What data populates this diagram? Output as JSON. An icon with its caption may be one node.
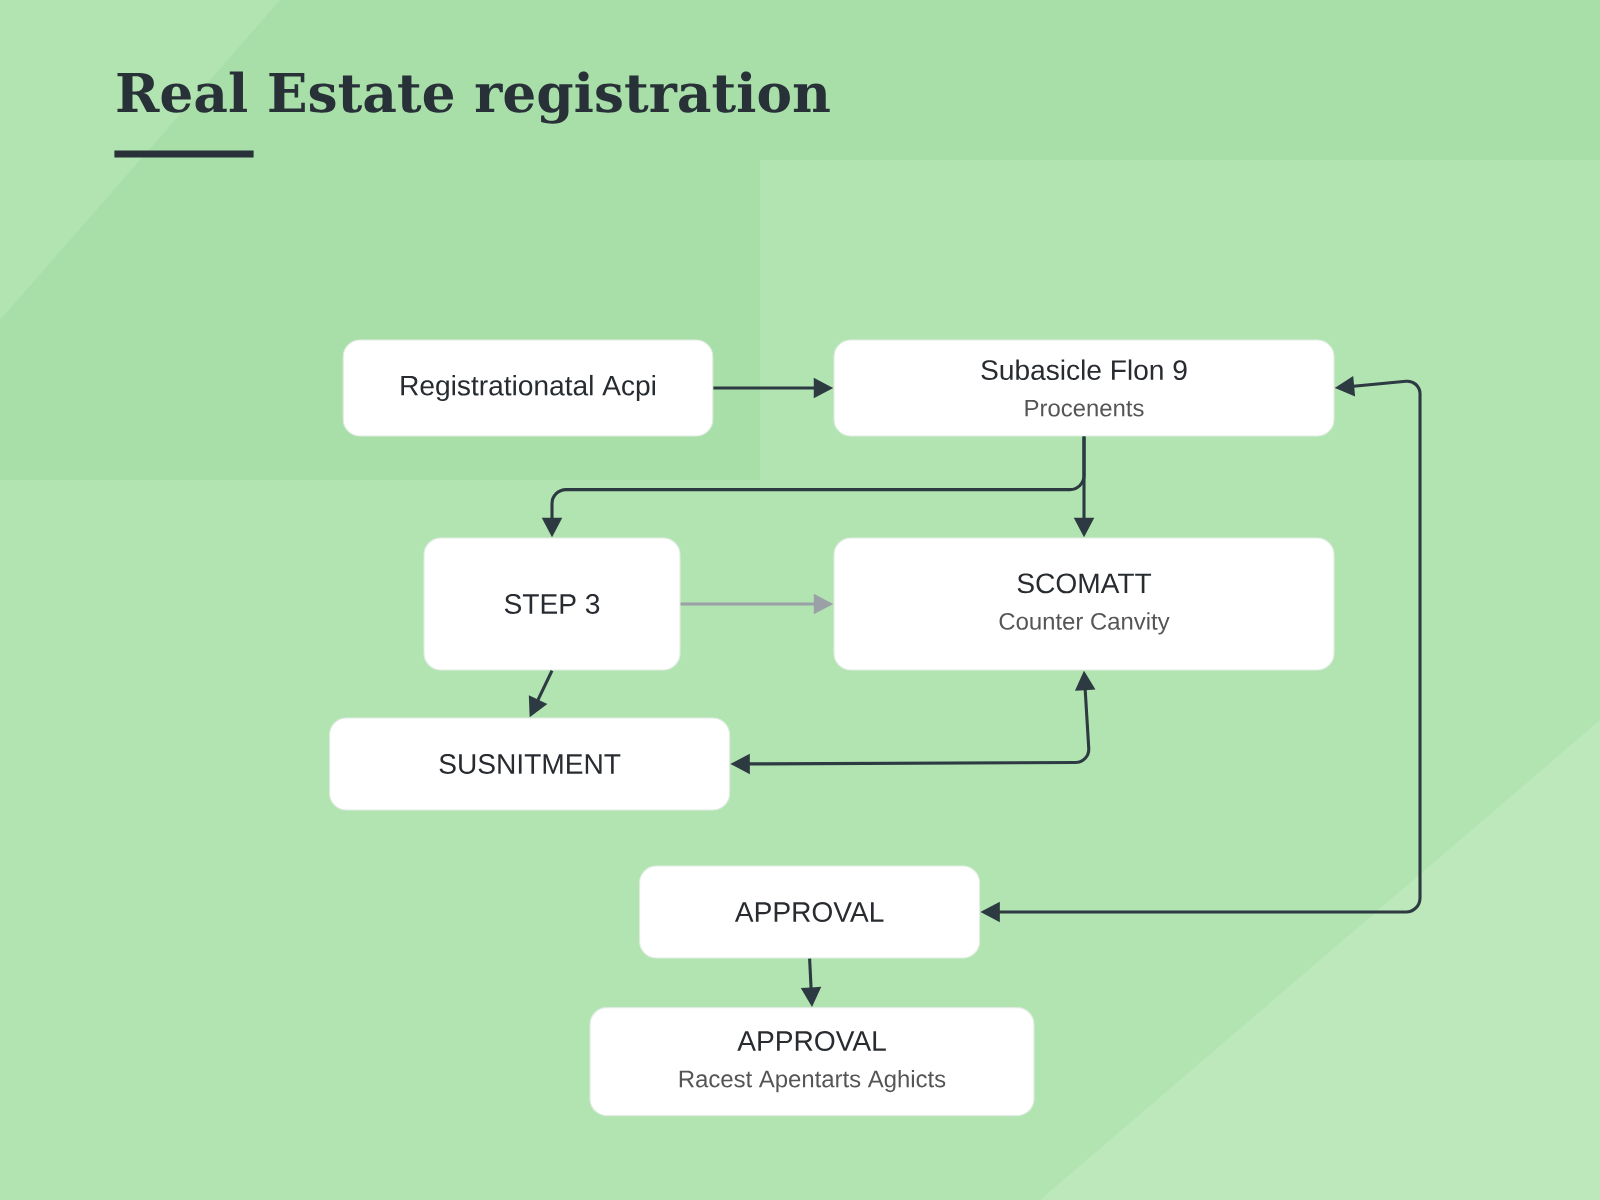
{
  "diagram": {
    "title": "Real Estate registration",
    "nodes": [
      {
        "text": [
          "Registrationatal Acpi"
        ]
      },
      {
        "text": [
          "Subasicle Flon 9",
          "Procenents"
        ]
      },
      {
        "text": [
          "STEP 3"
        ]
      },
      {
        "text": [
          "SCOMATT",
          "Counter Canvity"
        ]
      },
      {
        "text": [
          "SUSNITMENT"
        ]
      },
      {
        "text": [
          "APPROVAL"
        ]
      },
      {
        "text": [
          "APPROVAL",
          "Racest Apentarts Aghicts"
        ]
      }
    ],
    "edges": [
      {
        "from": 0,
        "to": 1,
        "arrow": "to"
      },
      {
        "from": 1,
        "to": 2,
        "arrow": "to"
      },
      {
        "from": 1,
        "to": 3,
        "arrow": "to"
      },
      {
        "from": 2,
        "to": 3,
        "arrow": "to",
        "color": "#9aa0a6"
      },
      {
        "from": 2,
        "to": 4,
        "arrow": "to"
      },
      {
        "from": 3,
        "to": 4,
        "arrow": "both"
      },
      {
        "from": 5,
        "to": 1,
        "arrow": "both"
      },
      {
        "from": 5,
        "to": 6,
        "arrow": "to"
      }
    ]
  }
}
